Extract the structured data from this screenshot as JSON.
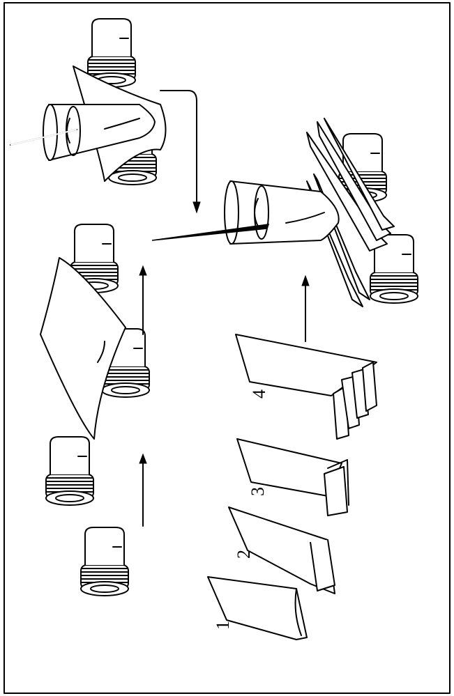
{
  "figure": {
    "steps": [
      {
        "label": "1"
      },
      {
        "label": "2"
      },
      {
        "label": "3"
      },
      {
        "label": "4"
      }
    ],
    "colors": {
      "ink": "#000000",
      "paper": "#ffffff"
    },
    "icons": [
      "vial-icon",
      "paper-sheet-icon",
      "folded-paper-icon",
      "pleated-paper-icon",
      "arrow-icon",
      "cone-funnel-icon",
      "needle-icon"
    ]
  }
}
